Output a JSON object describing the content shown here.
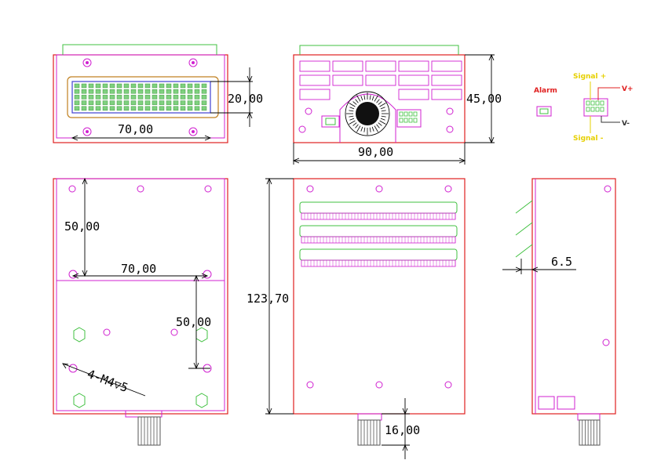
{
  "dimensions": {
    "front_height": "20,00",
    "front_width": "70,00",
    "top_height": "45,00",
    "top_width": "90,00",
    "bottom_v1": "50,00",
    "bottom_h": "70,00",
    "bottom_v2": "50,00",
    "thread": "4-M4▽5",
    "length": "123,70",
    "knob": "16,00",
    "side_offset": "6.5"
  },
  "legend": {
    "alarm": "Alarm",
    "signal_plus": "Signal +",
    "signal_minus": "Signal -",
    "v_plus": "V+",
    "v_minus": "V-"
  },
  "colors": {
    "outline": "#e02020",
    "part": "#d020d0",
    "led": "#40c040",
    "dimension": "#000000",
    "signal": "#e6d000"
  }
}
